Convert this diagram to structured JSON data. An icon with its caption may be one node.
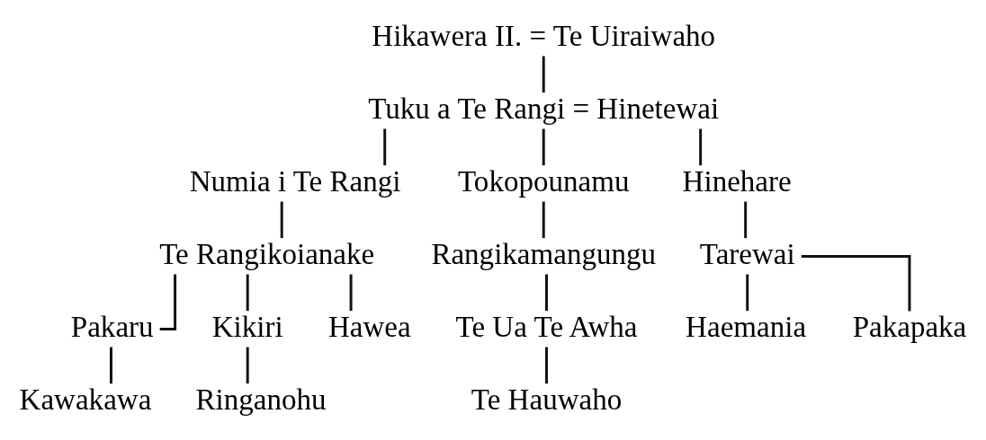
{
  "diagram": {
    "nodes": [
      {
        "text": [
          "Hikawera II. = Te Uiraiwaho"
        ]
      },
      {
        "text": [
          "Tuku a Te Rangi = Hinetewai"
        ]
      },
      {
        "text": [
          "Numia i Te Rangi"
        ]
      },
      {
        "text": [
          "Tokopounamu"
        ]
      },
      {
        "text": [
          "Hinehare"
        ]
      },
      {
        "text": [
          "Te Rangikoianake"
        ]
      },
      {
        "text": [
          "Rangikamangungu"
        ]
      },
      {
        "text": [
          "Tarewai"
        ]
      },
      {
        "text": [
          "Pakaru"
        ]
      },
      {
        "text": [
          "Kikiri"
        ]
      },
      {
        "text": [
          "Hawea"
        ]
      },
      {
        "text": [
          "Te Ua Te Awha"
        ]
      },
      {
        "text": [
          "Haemania"
        ]
      },
      {
        "text": [
          "Pakapaka"
        ]
      },
      {
        "text": [
          "Kawakawa"
        ]
      },
      {
        "text": [
          "Ringanohu"
        ]
      },
      {
        "text": [
          "Te Hauwaho"
        ]
      }
    ],
    "edges": [
      {
        "from": 0,
        "to": 1,
        "arrow": "none"
      },
      {
        "from": 1,
        "to": 2,
        "arrow": "none"
      },
      {
        "from": 1,
        "to": 3,
        "arrow": "none"
      },
      {
        "from": 1,
        "to": 4,
        "arrow": "none"
      },
      {
        "from": 2,
        "to": 5,
        "arrow": "none"
      },
      {
        "from": 3,
        "to": 6,
        "arrow": "none"
      },
      {
        "from": 4,
        "to": 7,
        "arrow": "none"
      },
      {
        "from": 5,
        "to": 8,
        "arrow": "none"
      },
      {
        "from": 5,
        "to": 9,
        "arrow": "none"
      },
      {
        "from": 5,
        "to": 10,
        "arrow": "none"
      },
      {
        "from": 6,
        "to": 11,
        "arrow": "none"
      },
      {
        "from": 7,
        "to": 12,
        "arrow": "none"
      },
      {
        "from": 7,
        "to": 13,
        "arrow": "none"
      },
      {
        "from": 8,
        "to": 14,
        "arrow": "none"
      },
      {
        "from": 9,
        "to": 15,
        "arrow": "none"
      },
      {
        "from": 11,
        "to": 16,
        "arrow": "none"
      }
    ]
  }
}
